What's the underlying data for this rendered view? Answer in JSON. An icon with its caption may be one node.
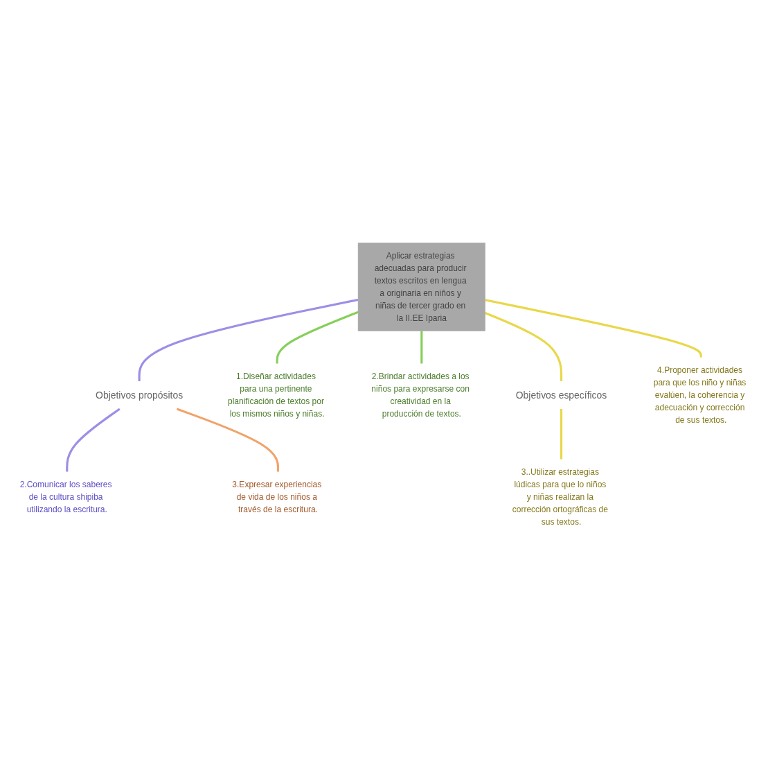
{
  "diagram": {
    "nodes": [
      {
        "text": [
          "Aplicar estrategias adecuadas para producir textos escritos en lengua a originaria en niños y niñas de tercer grado en la II.EE Iparia"
        ]
      },
      {
        "text": [
          "Objetivos propósitos"
        ]
      },
      {
        "text": [
          "2.Comunicar los saberes de la cultura shipiba utilizando la escritura."
        ]
      },
      {
        "text": [
          "3.Expresar experiencias de vida de los niños a través de la escritura."
        ]
      },
      {
        "text": [
          "1.Diseñar actividades para una pertinente planificación de textos por los mismos niños y niñas."
        ]
      },
      {
        "text": [
          "2.Brindar actividades a los niños para expresarse con creatividad en la producción de textos."
        ]
      },
      {
        "text": [
          "Objetivos específicos"
        ]
      },
      {
        "text": [
          "3..Utilizar estrategias lúdicas para que lo niños y niñas realizan la corrección ortográficas de sus textos."
        ]
      },
      {
        "text": [
          "4.Proponer actividades para que los niño y niñas evalúen, la coherencia y adecuación y corrección de sus textos."
        ]
      }
    ],
    "edges": [
      {
        "from": 0,
        "to": 1,
        "arrow": "none",
        "color": "#9d8ee6"
      },
      {
        "from": 1,
        "to": 2,
        "arrow": "none",
        "color": "#9d8ee6"
      },
      {
        "from": 1,
        "to": 3,
        "arrow": "none",
        "color": "#f0a36a"
      },
      {
        "from": 0,
        "to": 4,
        "arrow": "none",
        "color": "#86cf5a"
      },
      {
        "from": 0,
        "to": 5,
        "arrow": "none",
        "color": "#86cf5a"
      },
      {
        "from": 0,
        "to": 6,
        "arrow": "none",
        "color": "#e8d84a"
      },
      {
        "from": 6,
        "to": 7,
        "arrow": "none",
        "color": "#e8d84a"
      },
      {
        "from": 0,
        "to": 8,
        "arrow": "none",
        "color": "#e8d84a"
      }
    ]
  }
}
